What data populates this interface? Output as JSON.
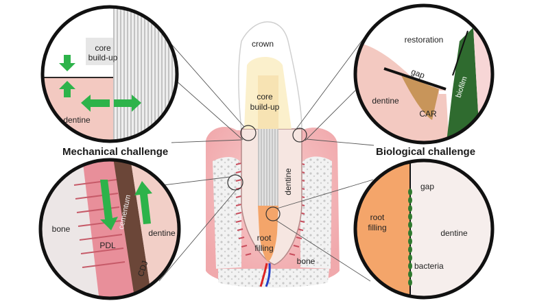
{
  "headings": {
    "mechanical": "Mechanical challenge",
    "biological": "Biological challenge"
  },
  "tooth": {
    "crown": "crown",
    "core_build_up_line1": "core",
    "core_build_up_line2": "build-up",
    "dentine": "dentine",
    "root_filling_line1": "root",
    "root_filling_line2": "filling",
    "bone": "bone"
  },
  "zoom_core": {
    "core_line1": "core",
    "core_line2": "build-up",
    "dentine": "dentine"
  },
  "zoom_restoration": {
    "restoration": "restoration",
    "gap": "gap",
    "biofilm": "biofilm",
    "dentine": "dentine",
    "car": "CAR"
  },
  "zoom_pdl": {
    "bone": "bone",
    "cementum": "cementum",
    "dentine": "dentine",
    "pdl": "PDL",
    "cdj": "CDJ"
  },
  "zoom_root": {
    "gap": "gap",
    "root_line1": "root",
    "root_line2": "filling",
    "dentine": "dentine",
    "bacteria": "bacteria"
  },
  "colors": {
    "dentine": "#f2d6cf",
    "gum": "#f0a8a8",
    "core": "#d9d9d9",
    "root_filling": "#f4a56a",
    "arrow": "#2db34a",
    "biofilm": "#2f6b2f",
    "car": "#c8955a"
  }
}
